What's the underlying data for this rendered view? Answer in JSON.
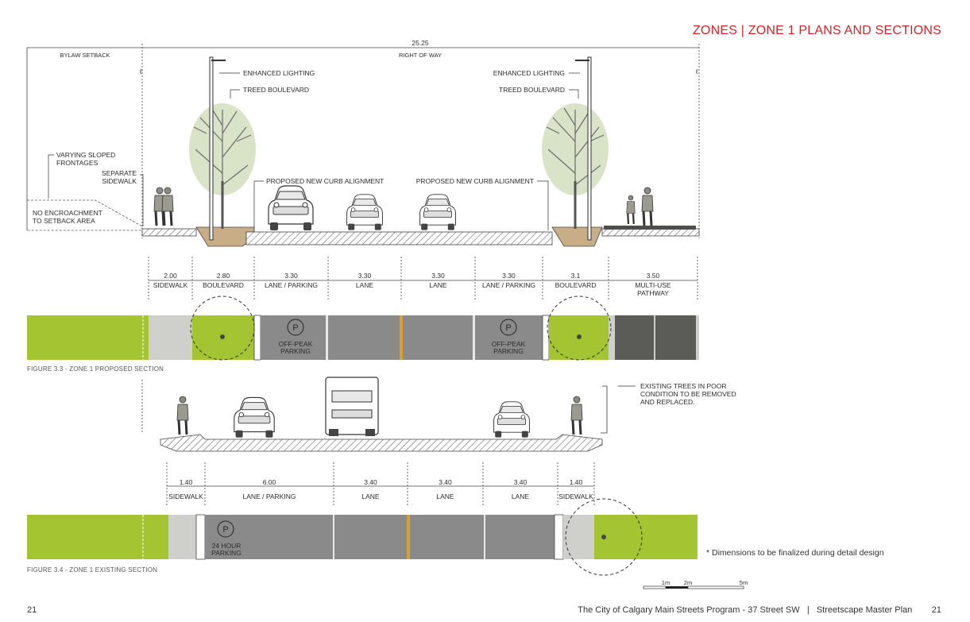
{
  "header": {
    "title": "ZONES | ZONE 1 PLANS AND SECTIONS"
  },
  "proposed": {
    "overall_dimension": "25.25",
    "right_of_way_label": "RIGHT OF WAY",
    "bylaw_setback_label": "BYLAW SETBACK",
    "centerline_mark_left": "ℓ",
    "centerline_mark_right": "ℓ",
    "callouts": {
      "enhanced_lighting_left": "ENHANCED LIGHTING",
      "treed_boulevard_left": "TREED BOULEVARD",
      "enhanced_lighting_right": "ENHANCED LIGHTING",
      "treed_boulevard_right": "TREED BOULEVARD",
      "varying_sloped_line1": "VARYING SLOPED",
      "varying_sloped_line2": "FRONTAGES",
      "separate_sidewalk_line1": "SEPARATE",
      "separate_sidewalk_line2": "SIDEWALK",
      "no_encroachment_line1": "NO ENCROACHMENT",
      "no_encroachment_line2": "TO SETBACK AREA",
      "curb_left": "PROPOSED NEW CURB ALIGNMENT",
      "curb_right": "PROPOSED NEW CURB ALIGNMENT"
    },
    "segments": [
      {
        "width": "2.00",
        "label": "SIDEWALK",
        "label2": ""
      },
      {
        "width": "2.80",
        "label": "BOULEVARD",
        "label2": ""
      },
      {
        "width": "3.30",
        "label": "LANE / PARKING",
        "label2": ""
      },
      {
        "width": "3.30",
        "label": "LANE",
        "label2": ""
      },
      {
        "width": "3.30",
        "label": "LANE",
        "label2": ""
      },
      {
        "width": "3.30",
        "label": "LANE / PARKING",
        "label2": ""
      },
      {
        "width": "3.1",
        "label": "BOULEVARD",
        "label2": ""
      },
      {
        "width": "3.50",
        "label": "MULTI-USE",
        "label2": "PATHWAY"
      }
    ],
    "parking_symbol": "P",
    "parking_left_line1": "OFF-PEAK",
    "parking_left_line2": "PARKING",
    "parking_right_line1": "OFF-PEAK",
    "parking_right_line2": "PARKING",
    "figure_caption": "FIGURE 3.3 - ZONE 1 PROPOSED SECTION"
  },
  "existing": {
    "callout_line1": "EXISTING TREES IN POOR",
    "callout_line2": "CONDITION TO BE REMOVED",
    "callout_line3": "AND REPLACED.",
    "segments": [
      {
        "width": "1.40",
        "label": "SIDEWALK"
      },
      {
        "width": "6.00",
        "label": "LANE / PARKING"
      },
      {
        "width": "3.40",
        "label": "LANE"
      },
      {
        "width": "3.40",
        "label": "LANE"
      },
      {
        "width": "3.40",
        "label": "LANE"
      },
      {
        "width": "1.40",
        "label": "SIDEWALK"
      }
    ],
    "parking_symbol": "P",
    "parking_line1": "24 HOUR",
    "parking_line2": "PARKING",
    "figure_caption": "FIGURE 3.4 - ZONE 1 EXISTING SECTION"
  },
  "note": "* Dimensions to be finalized during detail design",
  "scale_bar": {
    "labels": [
      "1m",
      "2m",
      "5m"
    ]
  },
  "footer": {
    "page_left": "21",
    "doc_title": "The City of Calgary Main Streets Program - 37 Street SW",
    "separator": "|",
    "plan_name": "Streetscape Master Plan",
    "page_right": "21"
  },
  "colors": {
    "accent": "#d2232a",
    "boulevard_green": "#a4c432",
    "sidewalk_grey": "#cfd0cc",
    "road_grey": "#8a8a8a",
    "pathway_dark": "#5b5b58",
    "centerline_yellow": "#d8a033",
    "tree_foliage": "#d8e3c8"
  }
}
